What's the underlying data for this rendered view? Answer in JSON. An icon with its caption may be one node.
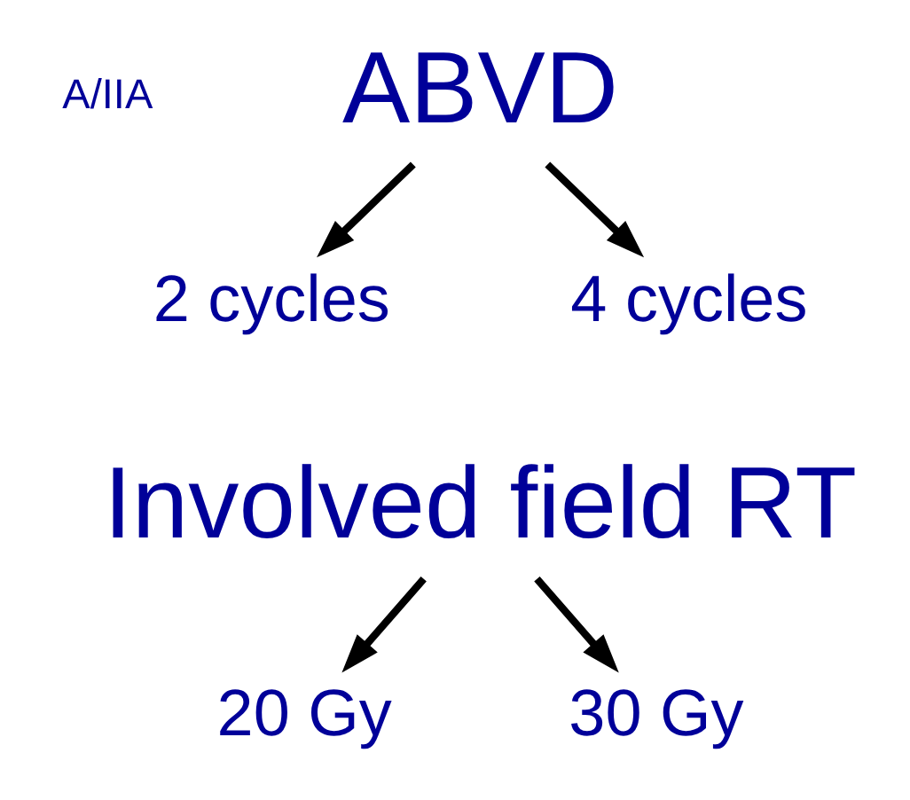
{
  "diagram": {
    "nodes": [
      {
        "text": [
          "ABVD"
        ]
      },
      {
        "text": [
          "2 cycles"
        ]
      },
      {
        "text": [
          "4 cycles"
        ]
      },
      {
        "text": [
          "Involved field RT"
        ]
      },
      {
        "text": [
          "20 Gy"
        ]
      },
      {
        "text": [
          "30 Gy"
        ]
      }
    ],
    "edges": [
      {
        "from": 0,
        "to": 1,
        "arrow": "to"
      },
      {
        "from": 0,
        "to": 2,
        "arrow": "to"
      },
      {
        "from": 3,
        "to": 4,
        "arrow": "to"
      },
      {
        "from": 3,
        "to": 5,
        "arrow": "to"
      }
    ],
    "labels": [
      "A/IIA"
    ]
  }
}
